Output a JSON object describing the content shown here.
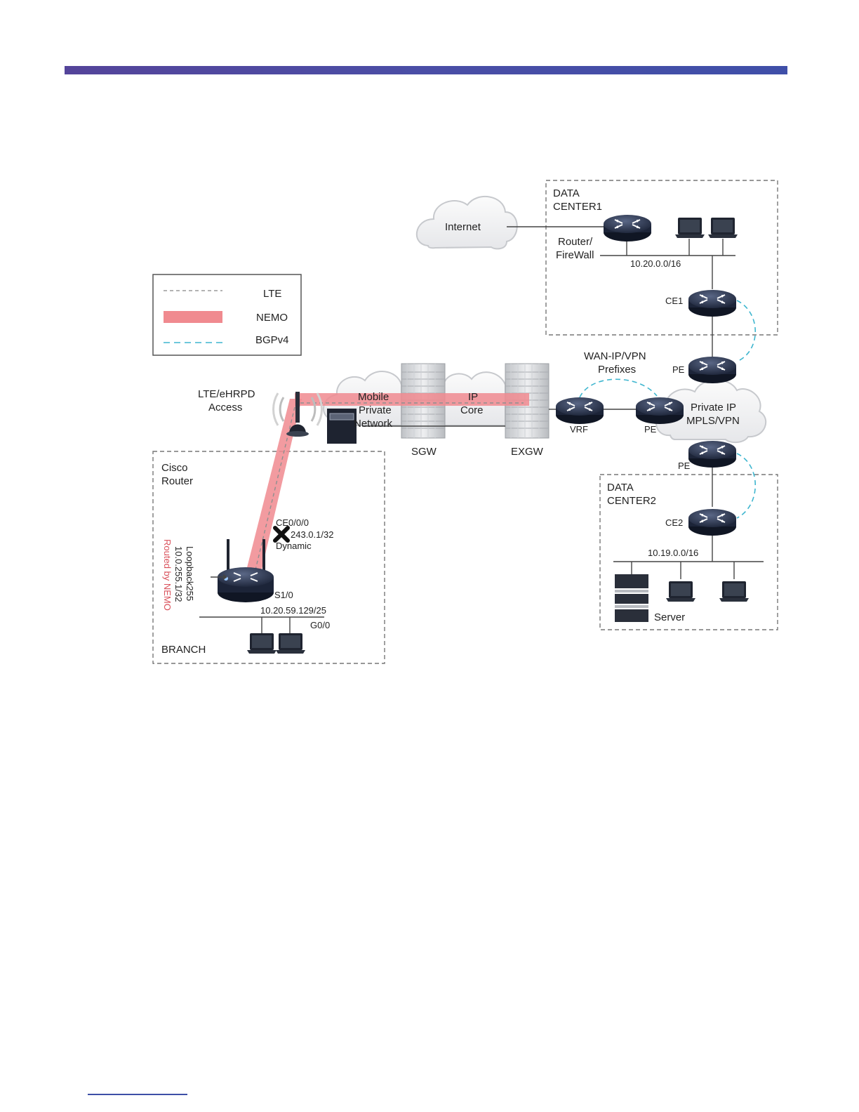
{
  "diagram": {
    "legend": {
      "lte": "LTE",
      "nemo": "NEMO",
      "bgp": "BGPv4"
    },
    "datacenter1": {
      "title_line1": "DATA",
      "title_line2": "CENTER1",
      "internet": "Internet",
      "router_line1": "Router/",
      "router_line2": "FireWall",
      "subnet": "10.20.0.0/16",
      "ce": "CE1"
    },
    "datacenter2": {
      "title_line1": "DATA",
      "title_line2": "CENTER2",
      "ce": "CE2",
      "subnet": "10.19.0.0/16",
      "server": "Server"
    },
    "core": {
      "wan_line1": "WAN-IP/VPN",
      "wan_line2": "Prefixes",
      "pe_top": "PE",
      "pe_mid": "PE",
      "pe_bottom": "PE",
      "vrf": "VRF",
      "mpls_line1": "Private IP",
      "mpls_line2": "MPLS/VPN",
      "mobile_line1": "Mobile",
      "mobile_line2": "Private",
      "mobile_line3": "Network",
      "ip_line1": "IP",
      "ip_line2": "Core",
      "sgw": "SGW",
      "exgw": "EXGW",
      "access_line1": "LTE/eHRPD",
      "access_line2": "Access"
    },
    "branch": {
      "title_line1": "Cisco",
      "title_line2": "Router",
      "ce_iface": "CE0/0/0",
      "ce_ip": "243.0.1/32",
      "ce_mode": "Dynamic",
      "loopback": "Loopback255",
      "loopback_ip": "10.0.255.1/32",
      "routed": "Routed by NEMO",
      "s1": "S1/0",
      "lan": "10.20.59.129/25",
      "g0": "G0/0",
      "label": "BRANCH"
    }
  },
  "colors": {
    "nemo": "#f08a8f",
    "bgp": "#3fb6cf",
    "lte": "#9a9a9a",
    "routed": "#d9505a",
    "bar": "#4a4ea6"
  }
}
